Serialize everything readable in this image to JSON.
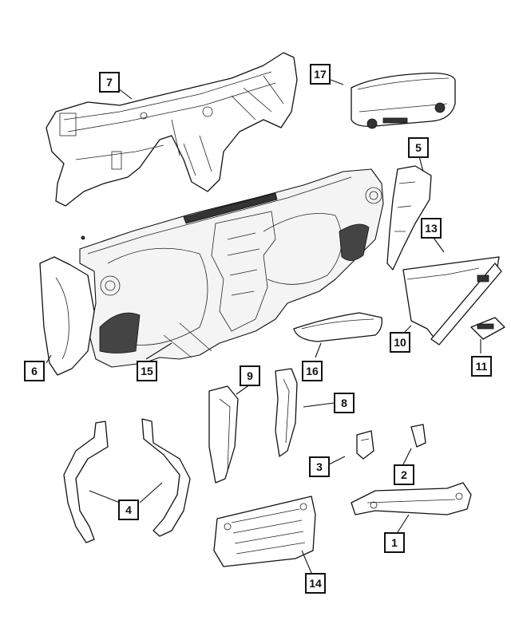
{
  "callouts": {
    "c1": "1",
    "c2": "2",
    "c3": "3",
    "c4": "4",
    "c5": "5",
    "c6": "6",
    "c7": "7",
    "c8": "8",
    "c9": "9",
    "c10": "10",
    "c11": "11",
    "c13": "13",
    "c14": "14",
    "c15": "15",
    "c16": "16",
    "c17": "17"
  }
}
